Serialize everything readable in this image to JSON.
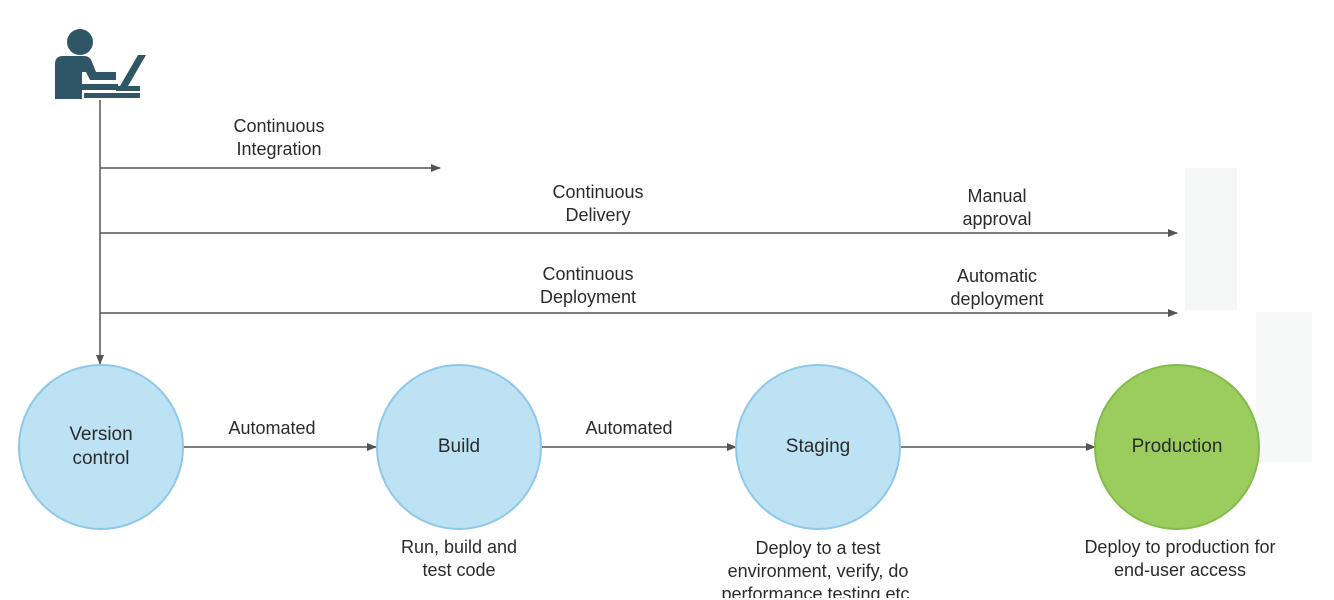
{
  "pipelines": {
    "ci": {
      "line1": "Continuous",
      "line2": "Integration"
    },
    "cdelivery": {
      "line1": "Continuous",
      "line2": "Delivery",
      "note_line1": "Manual",
      "note_line2": "approval"
    },
    "cdeploy": {
      "line1": "Continuous",
      "line2": "Deployment",
      "note_line1": "Automatic",
      "note_line2": "deployment"
    }
  },
  "stages": {
    "version_control": {
      "line1": "Version",
      "line2": "control"
    },
    "build": {
      "label": "Build",
      "desc_line1": "Run, build and",
      "desc_line2": "test code"
    },
    "staging": {
      "label": "Staging",
      "desc_line1": "Deploy to a test",
      "desc_line2": "environment, verify, do",
      "desc_line3": "performance testing etc."
    },
    "production": {
      "label": "Production",
      "desc_line1": "Deploy to production for",
      "desc_line2": "end-user access"
    }
  },
  "transitions": {
    "vc_to_build": "Automated",
    "build_to_staging": "Automated"
  },
  "colors": {
    "stage_fill": "#bde2f4",
    "stage_stroke": "#8ec8e8",
    "production_fill": "#9acd5e",
    "production_stroke": "#82bb48",
    "line": "#555555",
    "icon": "#2f5666"
  },
  "icons": {
    "developer": "developer-at-laptop-icon"
  }
}
